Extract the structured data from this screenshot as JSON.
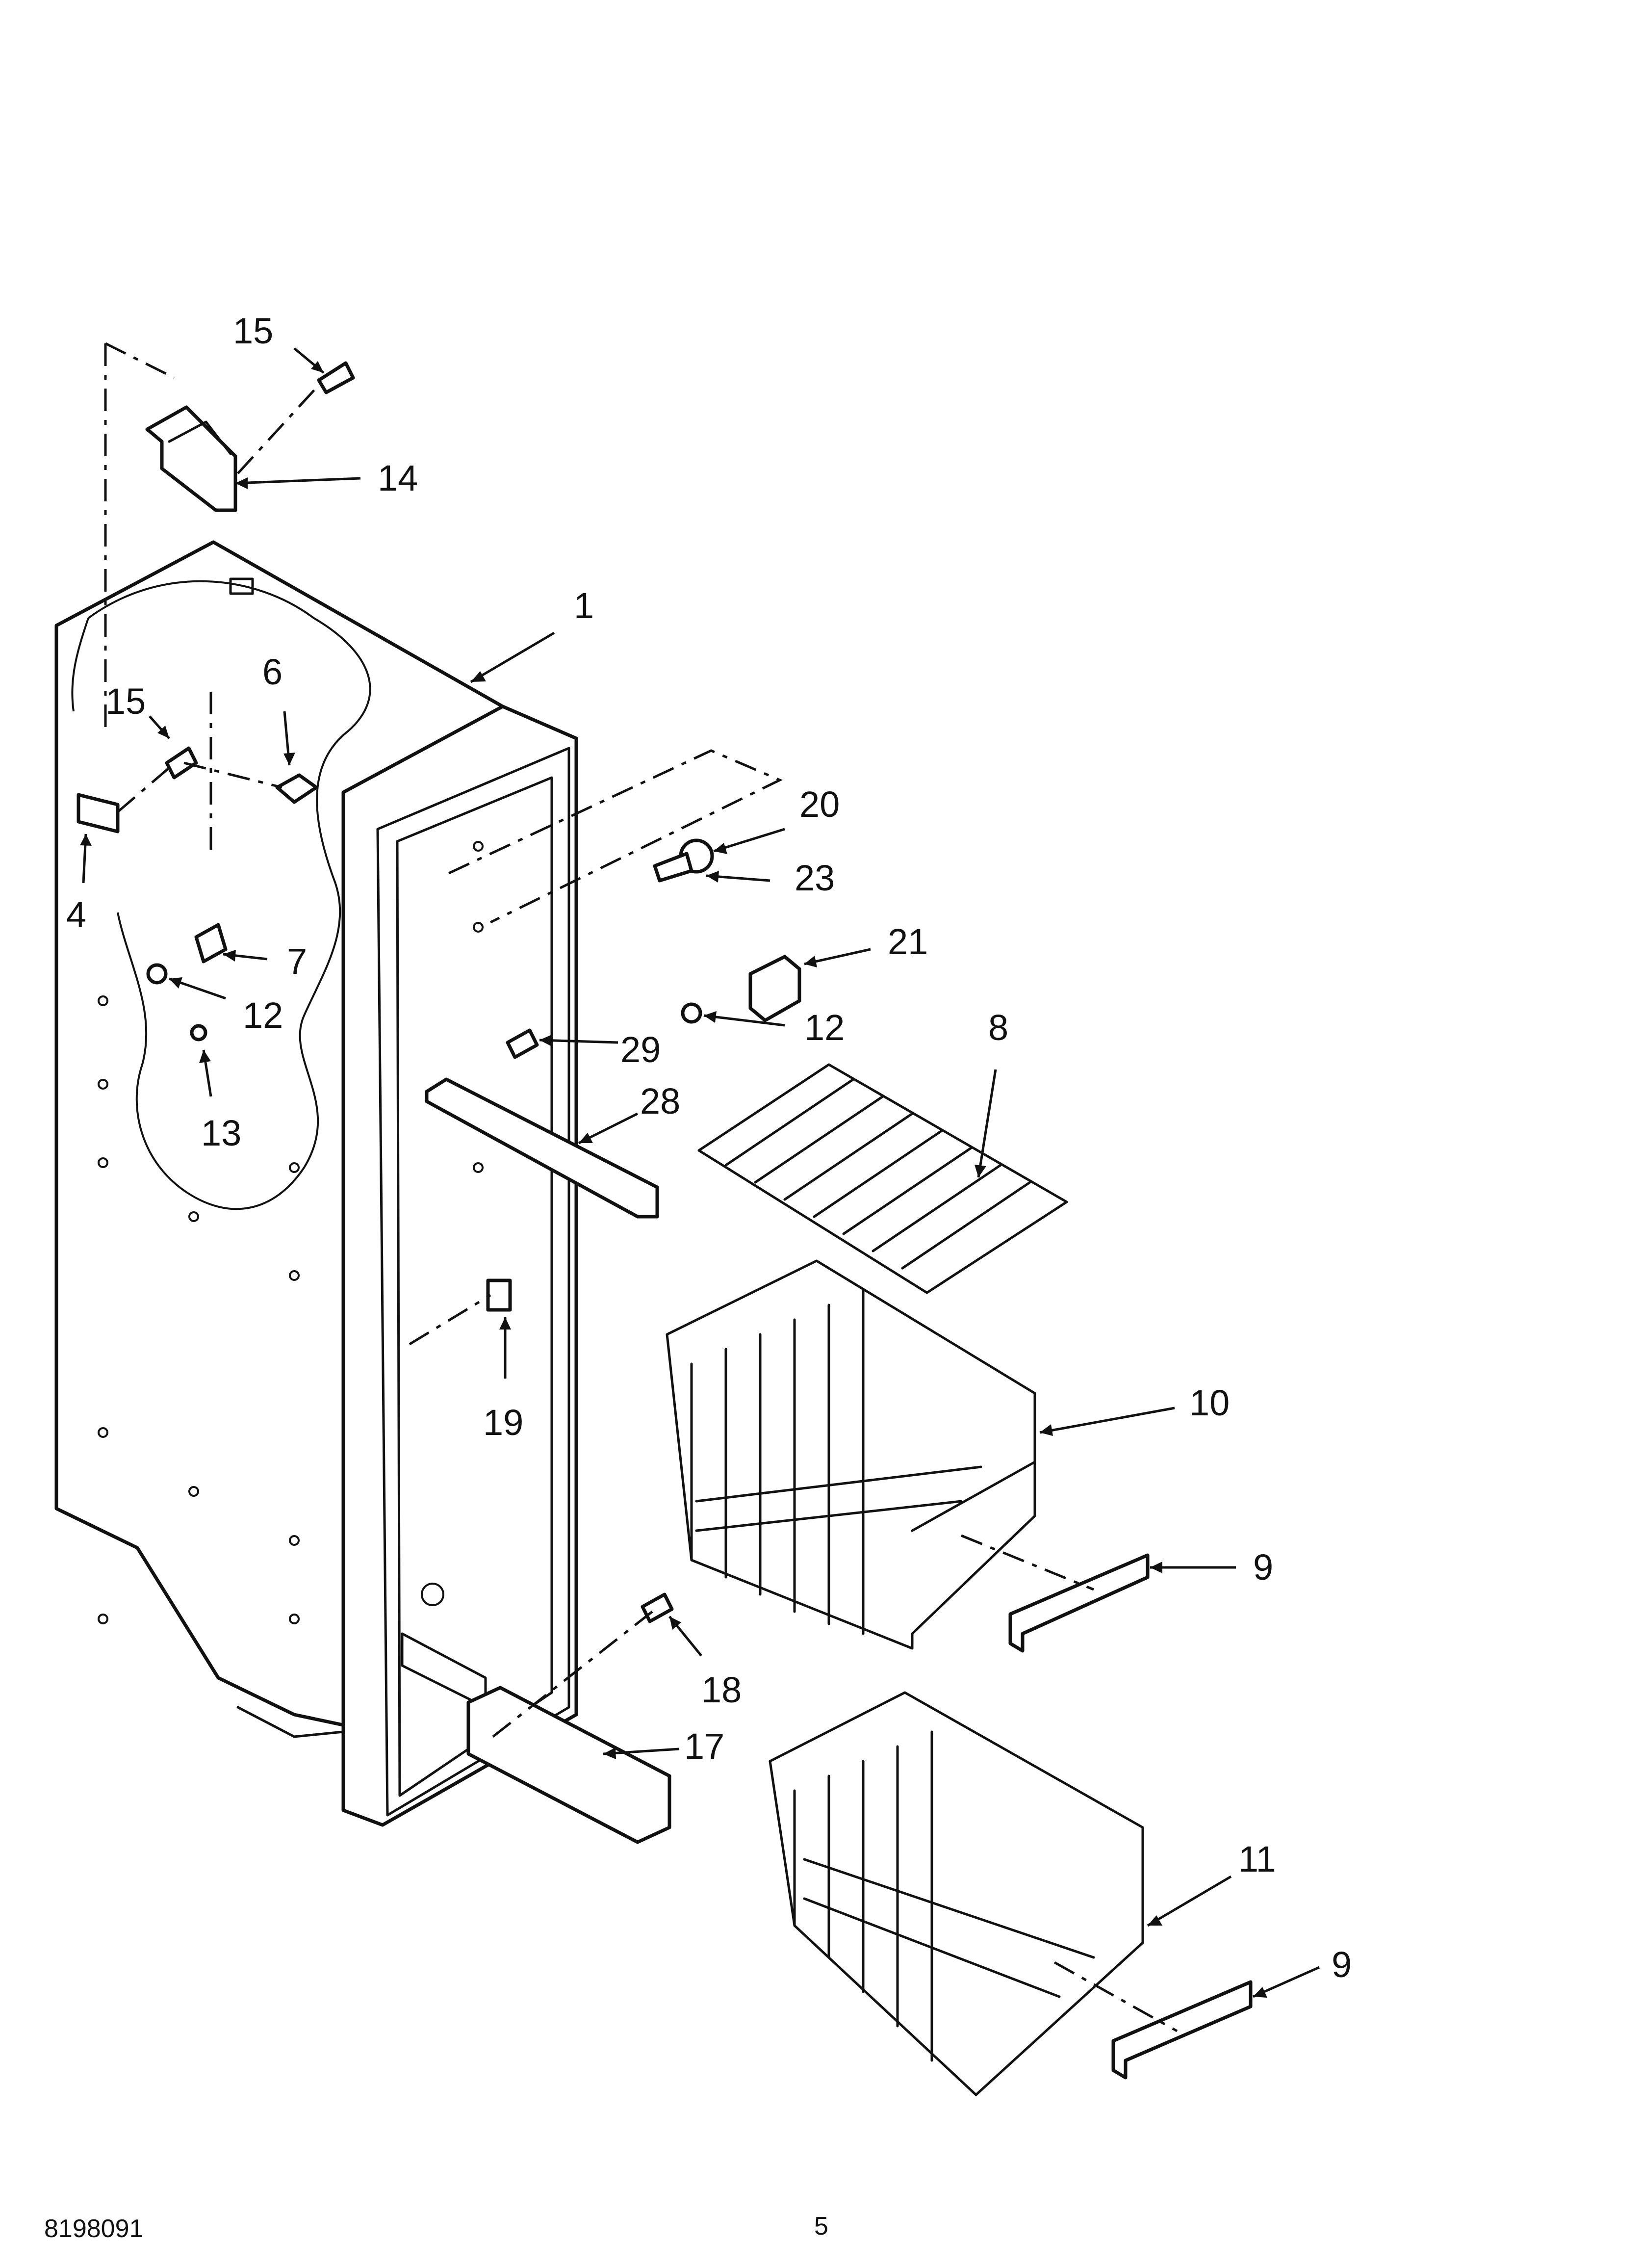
{
  "diagram": {
    "callouts": [
      {
        "id": "c15a",
        "label": "15"
      },
      {
        "id": "c14",
        "label": "14"
      },
      {
        "id": "c1",
        "label": "1"
      },
      {
        "id": "c6",
        "label": "6"
      },
      {
        "id": "c15b",
        "label": "15"
      },
      {
        "id": "c4",
        "label": "4"
      },
      {
        "id": "c7",
        "label": "7"
      },
      {
        "id": "c12a",
        "label": "12"
      },
      {
        "id": "c13",
        "label": "13"
      },
      {
        "id": "c20",
        "label": "20"
      },
      {
        "id": "c23",
        "label": "23"
      },
      {
        "id": "c21",
        "label": "21"
      },
      {
        "id": "c12b",
        "label": "12"
      },
      {
        "id": "c29",
        "label": "29"
      },
      {
        "id": "c28",
        "label": "28"
      },
      {
        "id": "c8",
        "label": "8"
      },
      {
        "id": "c19",
        "label": "19"
      },
      {
        "id": "c10",
        "label": "10"
      },
      {
        "id": "c9a",
        "label": "9"
      },
      {
        "id": "c18",
        "label": "18"
      },
      {
        "id": "c17",
        "label": "17"
      },
      {
        "id": "c11",
        "label": "11"
      },
      {
        "id": "c9b",
        "label": "9"
      }
    ]
  },
  "footer": {
    "doc_number": "8198091",
    "page_number": "5"
  }
}
